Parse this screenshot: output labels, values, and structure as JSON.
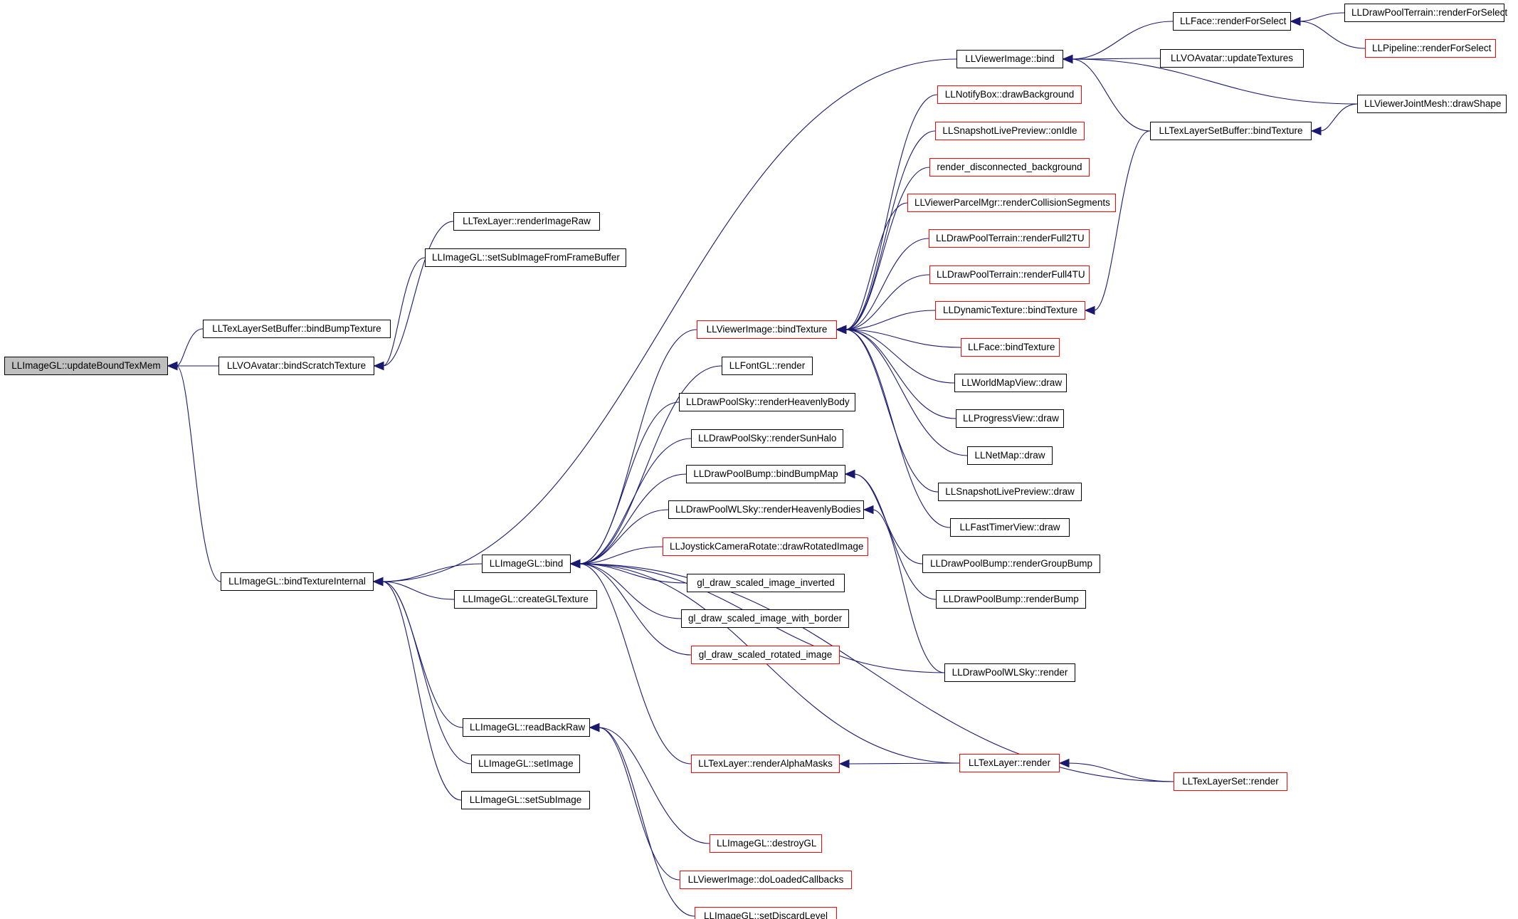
{
  "colors": {
    "edge": "#191970",
    "node_border": "#000000",
    "node_border_truncated": "#ff0000",
    "root_fill": "#bfbfbf",
    "background": "#ffffff"
  },
  "nodes": [
    {
      "id": "updateBoundTexMem",
      "label": "LLImageGL::updateBoundTexMem",
      "truncated": false,
      "root": true
    },
    {
      "id": "bindBumpTexture",
      "label": "LLTexLayerSetBuffer::bindBumpTexture",
      "truncated": false
    },
    {
      "id": "bindScratchTexture",
      "label": "LLVOAvatar::bindScratchTexture",
      "truncated": false
    },
    {
      "id": "renderImageRaw",
      "label": "LLTexLayer::renderImageRaw",
      "truncated": false
    },
    {
      "id": "setSubImageFromFrameBuffer",
      "label": "LLImageGL::setSubImageFromFrameBuffer",
      "truncated": false
    },
    {
      "id": "bindTextureInternal",
      "label": "LLImageGL::bindTextureInternal",
      "truncated": false
    },
    {
      "id": "glBind",
      "label": "LLImageGL::bind",
      "truncated": false
    },
    {
      "id": "createGLTexture",
      "label": "LLImageGL::createGLTexture",
      "truncated": false
    },
    {
      "id": "readBackRaw",
      "label": "LLImageGL::readBackRaw",
      "truncated": false
    },
    {
      "id": "setImage",
      "label": "LLImageGL::setImage",
      "truncated": false
    },
    {
      "id": "setSubImage",
      "label": "LLImageGL::setSubImage",
      "truncated": false
    },
    {
      "id": "viBindTexture",
      "label": "LLViewerImage::bindTexture",
      "truncated": true
    },
    {
      "id": "fontRender",
      "label": "LLFontGL::render",
      "truncated": false
    },
    {
      "id": "renderHeavenlyBody",
      "label": "LLDrawPoolSky::renderHeavenlyBody",
      "truncated": false
    },
    {
      "id": "renderSunHalo",
      "label": "LLDrawPoolSky::renderSunHalo",
      "truncated": false
    },
    {
      "id": "bindBumpMap",
      "label": "LLDrawPoolBump::bindBumpMap",
      "truncated": false
    },
    {
      "id": "renderHeavenlyBodies",
      "label": "LLDrawPoolWLSky::renderHeavenlyBodies",
      "truncated": false
    },
    {
      "id": "drawRotatedImage",
      "label": "LLJoystickCameraRotate::drawRotatedImage",
      "truncated": true
    },
    {
      "id": "inverted",
      "label": "gl_draw_scaled_image_inverted",
      "truncated": false
    },
    {
      "id": "withBorder",
      "label": "gl_draw_scaled_image_with_border",
      "truncated": false
    },
    {
      "id": "rotatedImage",
      "label": "gl_draw_scaled_rotated_image",
      "truncated": true
    },
    {
      "id": "renderAlphaMasks",
      "label": "LLTexLayer::renderAlphaMasks",
      "truncated": true
    },
    {
      "id": "destroyGL",
      "label": "LLImageGL::destroyGL",
      "truncated": true
    },
    {
      "id": "doLoadedCallbacks",
      "label": "LLViewerImage::doLoadedCallbacks",
      "truncated": true
    },
    {
      "id": "setDiscardLevel",
      "label": "LLImageGL::setDiscardLevel",
      "truncated": true
    },
    {
      "id": "viBind",
      "label": "LLViewerImage::bind",
      "truncated": false
    },
    {
      "id": "drawBackground",
      "label": "LLNotifyBox::drawBackground",
      "truncated": true
    },
    {
      "id": "onIdle",
      "label": "LLSnapshotLivePreview::onIdle",
      "truncated": true
    },
    {
      "id": "renderDisconnected",
      "label": "render_disconnected_background",
      "truncated": true
    },
    {
      "id": "renderCollisionSegments",
      "label": "LLViewerParcelMgr::renderCollisionSegments",
      "truncated": true
    },
    {
      "id": "renderFull2TU",
      "label": "LLDrawPoolTerrain::renderFull2TU",
      "truncated": true
    },
    {
      "id": "renderFull4TU",
      "label": "LLDrawPoolTerrain::renderFull4TU",
      "truncated": true
    },
    {
      "id": "dynBindTexture",
      "label": "LLDynamicTexture::bindTexture",
      "truncated": true
    },
    {
      "id": "faceBindTexture",
      "label": "LLFace::bindTexture",
      "truncated": true
    },
    {
      "id": "worldMapDraw",
      "label": "LLWorldMapView::draw",
      "truncated": false
    },
    {
      "id": "progressDraw",
      "label": "LLProgressView::draw",
      "truncated": false
    },
    {
      "id": "netMapDraw",
      "label": "LLNetMap::draw",
      "truncated": false
    },
    {
      "id": "snapshotDraw",
      "label": "LLSnapshotLivePreview::draw",
      "truncated": false
    },
    {
      "id": "fastTimerDraw",
      "label": "LLFastTimerView::draw",
      "truncated": false
    },
    {
      "id": "renderGroupBump",
      "label": "LLDrawPoolBump::renderGroupBump",
      "truncated": false
    },
    {
      "id": "renderBump",
      "label": "LLDrawPoolBump::renderBump",
      "truncated": false
    },
    {
      "id": "wlskyRender",
      "label": "LLDrawPoolWLSky::render",
      "truncated": false
    },
    {
      "id": "texLayerRender",
      "label": "LLTexLayer::render",
      "truncated": true
    },
    {
      "id": "faceRenderForSelect",
      "label": "LLFace::renderForSelect",
      "truncated": false
    },
    {
      "id": "updateTextures",
      "label": "LLVOAvatar::updateTextures",
      "truncated": false
    },
    {
      "id": "tlsbBindTexture",
      "label": "LLTexLayerSetBuffer::bindTexture",
      "truncated": false
    },
    {
      "id": "texLayerSetRender",
      "label": "LLTexLayerSet::render",
      "truncated": true
    },
    {
      "id": "terrainRenderForSelect",
      "label": "LLDrawPoolTerrain::renderForSelect",
      "truncated": false
    },
    {
      "id": "pipelineRenderForSelect",
      "label": "LLPipeline::renderForSelect",
      "truncated": true
    },
    {
      "id": "drawShape",
      "label": "LLViewerJointMesh::drawShape",
      "truncated": false
    }
  ],
  "edges": [
    [
      "updateBoundTexMem",
      "bindBumpTexture"
    ],
    [
      "updateBoundTexMem",
      "bindScratchTexture"
    ],
    [
      "updateBoundTexMem",
      "bindTextureInternal"
    ],
    [
      "bindScratchTexture",
      "renderImageRaw"
    ],
    [
      "bindScratchTexture",
      "setSubImageFromFrameBuffer"
    ],
    [
      "bindTextureInternal",
      "glBind"
    ],
    [
      "bindTextureInternal",
      "createGLTexture"
    ],
    [
      "bindTextureInternal",
      "readBackRaw"
    ],
    [
      "bindTextureInternal",
      "setImage"
    ],
    [
      "bindTextureInternal",
      "setSubImage"
    ],
    [
      "bindTextureInternal",
      "viBind"
    ],
    [
      "glBind",
      "viBindTexture"
    ],
    [
      "glBind",
      "fontRender"
    ],
    [
      "glBind",
      "renderHeavenlyBody"
    ],
    [
      "glBind",
      "renderSunHalo"
    ],
    [
      "glBind",
      "bindBumpMap"
    ],
    [
      "glBind",
      "renderHeavenlyBodies"
    ],
    [
      "glBind",
      "drawRotatedImage"
    ],
    [
      "glBind",
      "inverted"
    ],
    [
      "glBind",
      "withBorder"
    ],
    [
      "glBind",
      "rotatedImage"
    ],
    [
      "glBind",
      "wlskyRender"
    ],
    [
      "glBind",
      "texLayerRender"
    ],
    [
      "glBind",
      "renderAlphaMasks"
    ],
    [
      "glBind",
      "texLayerSetRender"
    ],
    [
      "readBackRaw",
      "destroyGL"
    ],
    [
      "readBackRaw",
      "doLoadedCallbacks"
    ],
    [
      "readBackRaw",
      "setDiscardLevel"
    ],
    [
      "viBindTexture",
      "drawBackground"
    ],
    [
      "viBindTexture",
      "onIdle"
    ],
    [
      "viBindTexture",
      "renderDisconnected"
    ],
    [
      "viBindTexture",
      "renderCollisionSegments"
    ],
    [
      "viBindTexture",
      "renderFull2TU"
    ],
    [
      "viBindTexture",
      "renderFull4TU"
    ],
    [
      "viBindTexture",
      "dynBindTexture"
    ],
    [
      "viBindTexture",
      "faceBindTexture"
    ],
    [
      "viBindTexture",
      "worldMapDraw"
    ],
    [
      "viBindTexture",
      "progressDraw"
    ],
    [
      "viBindTexture",
      "netMapDraw"
    ],
    [
      "viBindTexture",
      "snapshotDraw"
    ],
    [
      "viBindTexture",
      "fastTimerDraw"
    ],
    [
      "bindBumpMap",
      "renderGroupBump"
    ],
    [
      "bindBumpMap",
      "renderBump"
    ],
    [
      "renderHeavenlyBodies",
      "wlskyRender"
    ],
    [
      "renderAlphaMasks",
      "texLayerRender"
    ],
    [
      "texLayerRender",
      "texLayerSetRender"
    ],
    [
      "viBind",
      "faceRenderForSelect"
    ],
    [
      "viBind",
      "updateTextures"
    ],
    [
      "viBind",
      "tlsbBindTexture"
    ],
    [
      "viBind",
      "drawShape"
    ],
    [
      "dynBindTexture",
      "tlsbBindTexture"
    ],
    [
      "tlsbBindTexture",
      "drawShape"
    ],
    [
      "faceRenderForSelect",
      "terrainRenderForSelect"
    ],
    [
      "faceRenderForSelect",
      "pipelineRenderForSelect"
    ]
  ]
}
